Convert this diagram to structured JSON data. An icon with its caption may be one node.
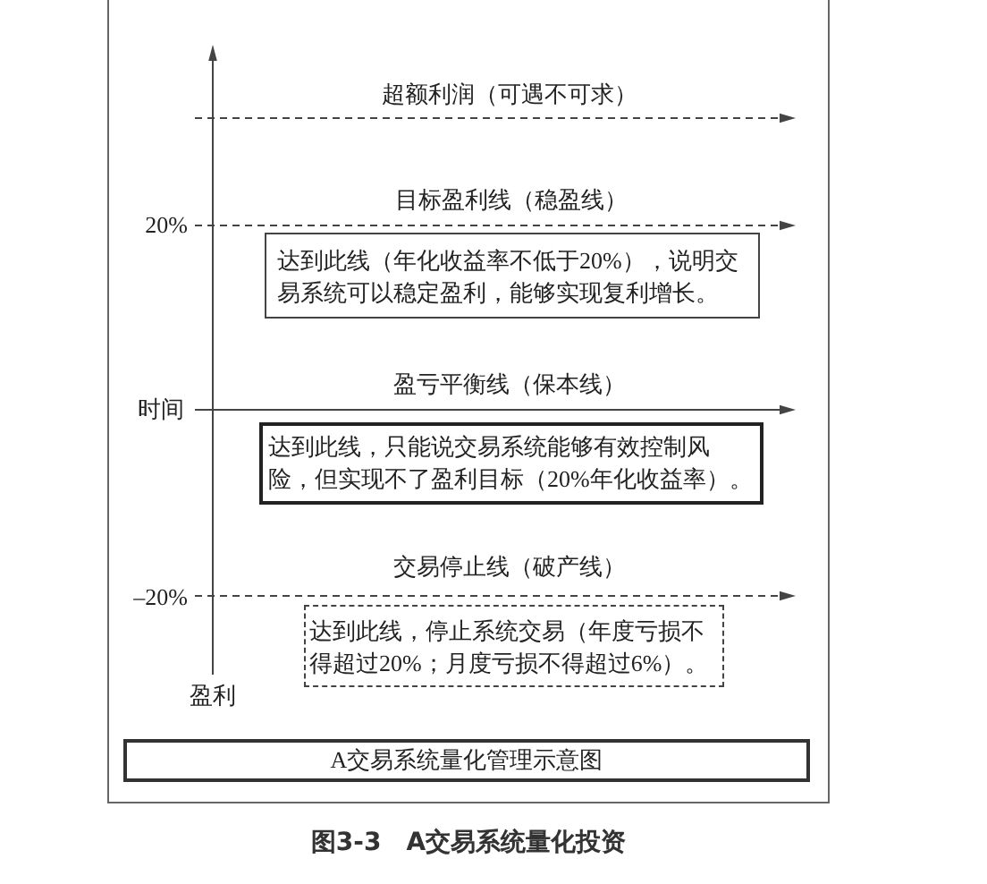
{
  "diagram": {
    "caption": "图3-3　A交易系统量化投资",
    "nodes": [
      {
        "text": [],
        "shape": "box"
      },
      {
        "text": [
          "达到此线（年化收益率不低于20%），说明交易系统可以稳定盈利，能够实现复利增长。"
        ],
        "in": 0
      },
      {
        "text": [
          "达到此线，只能说交易系统能够有效控制风险，但实现不了盈利目标（20%年化收益率）。"
        ],
        "in": 0
      },
      {
        "text": [
          "达到此线，停止系统交易（年度亏损不得超过20%；月度亏损不得超过6%）。"
        ],
        "in": 0
      },
      {
        "text": [
          "A交易系统量化管理示意图"
        ],
        "in": 0
      }
    ],
    "labels": [
      "超额利润（可遇不可求）",
      "目标盈利线（稳盈线）",
      "20%",
      "盈亏平衡线（保本线）",
      "时间",
      "交易停止线（破产线）",
      "–20%",
      "盈利"
    ]
  }
}
